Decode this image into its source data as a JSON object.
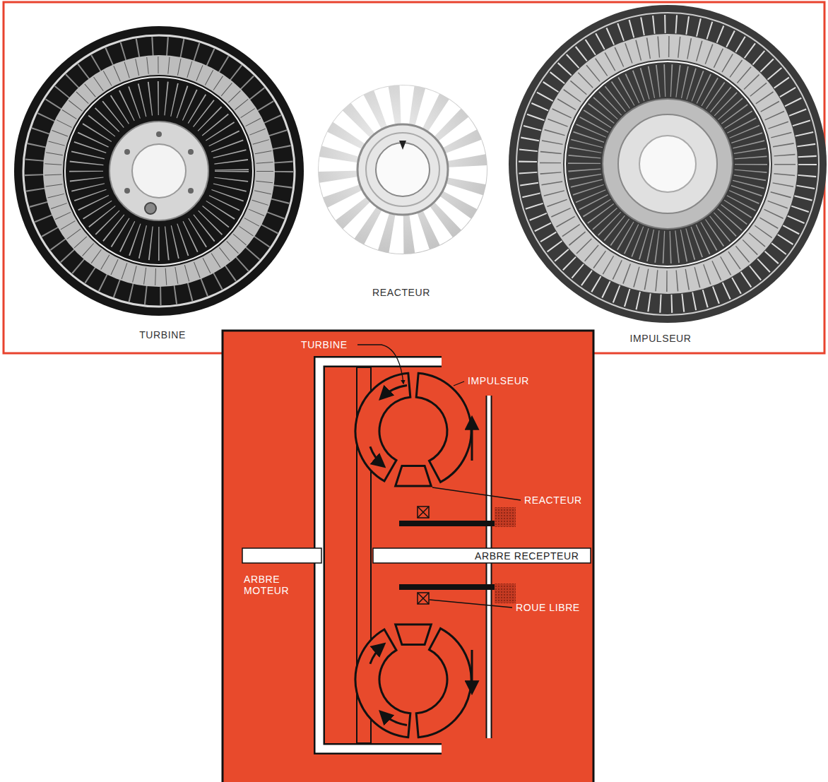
{
  "diagram": {
    "labels": [
      "TURBINE",
      "REACTEUR",
      "IMPULSEUR",
      "TURBINE",
      "IMPULSEUR",
      "REACTEUR",
      "ARBRE RECEPTEUR",
      "ARBRE MOTEUR",
      "ROUE LIBRE"
    ]
  }
}
